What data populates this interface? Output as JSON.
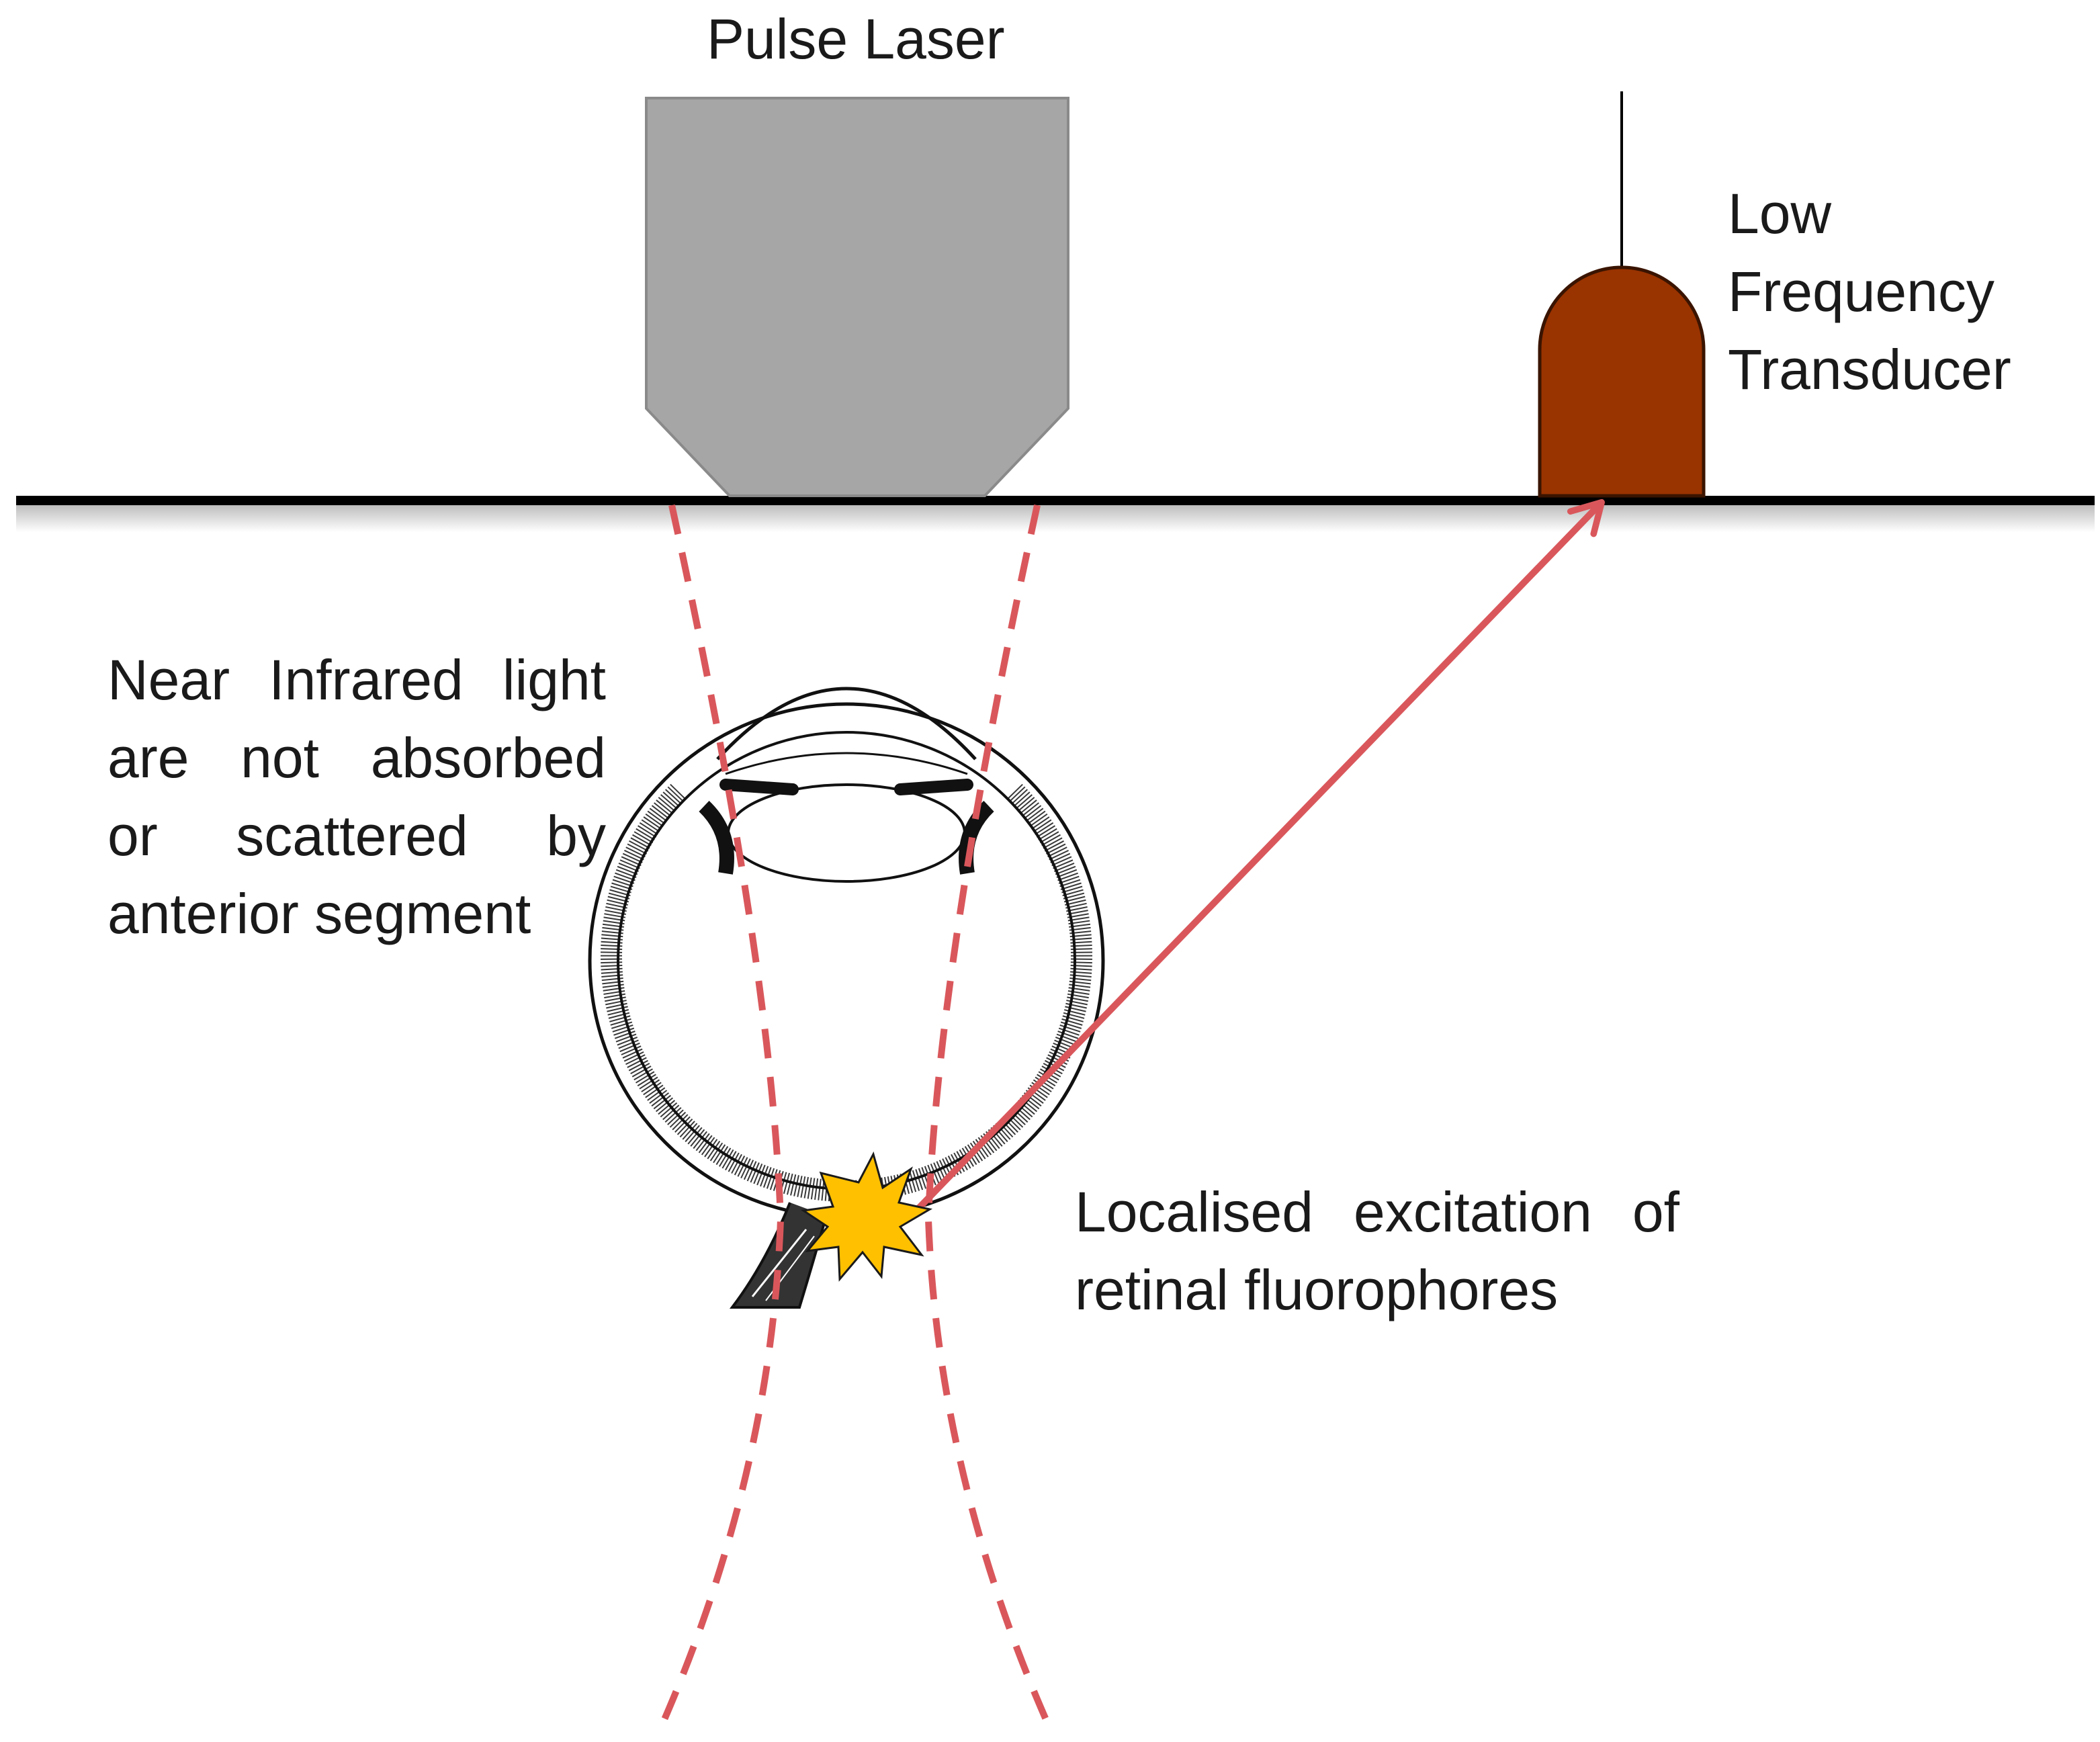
{
  "labels": {
    "pulse_laser": "Pulse Laser",
    "transducer": [
      "Low",
      "Frequency",
      "Transducer"
    ],
    "near_infrared": [
      "Near Infrared light",
      "are not absorbed",
      "or scattered by",
      "anterior segment"
    ],
    "excitation": [
      "Localised excitation of",
      "retinal fluorophores"
    ]
  },
  "colors": {
    "laser_body": "#a6a6a6",
    "transducer": "#993300",
    "beam": "#d9575b",
    "spark": "#ffc000",
    "surface": "#000000"
  }
}
